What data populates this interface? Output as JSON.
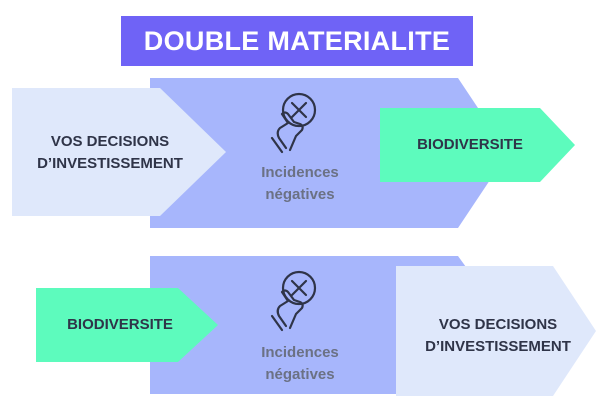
{
  "title": "DOUBLE MATERIALITE",
  "row1": {
    "left_label_line1": "VOS DECISIONS",
    "left_label_line2": "D’INVESTISSEMENT",
    "middle_label_line1": "Incidences",
    "middle_label_line2": "négatives",
    "right_label": "BIODIVERSITE"
  },
  "row2": {
    "left_label": "BIODIVERSITE",
    "middle_label_line1": "Incidences",
    "middle_label_line2": "négatives",
    "right_label_line1": "VOS DECISIONS",
    "right_label_line2": "D’INVESTISSEMENT"
  },
  "colors": {
    "title_bg": "#6f63f6",
    "big_arrow": "#a7b6fc",
    "light_arrow": "#dfe8fb",
    "green_arrow": "#5dfbbd",
    "icon_stroke": "#2f3448"
  },
  "icons": [
    "hand-press-x-icon",
    "hand-press-x-icon"
  ]
}
